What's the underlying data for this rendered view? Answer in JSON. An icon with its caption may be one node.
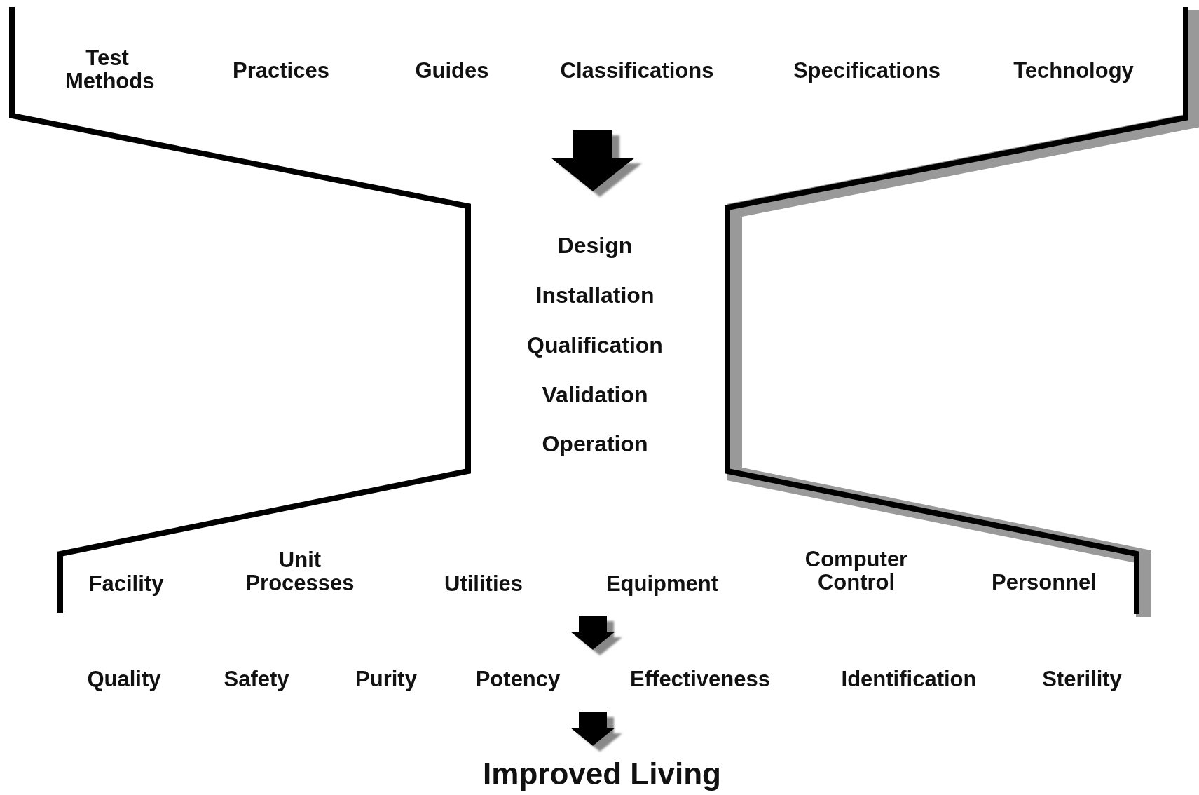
{
  "diagram": {
    "nodes": [
      {
        "text": [
          "Test Methods",
          "Practices",
          "Guides",
          "Classifications",
          "Specifications",
          "Technology"
        ]
      },
      {
        "text": [
          "Design",
          "Installation",
          "Qualification",
          "Validation",
          "Operation"
        ]
      },
      {
        "text": [
          "Facility",
          "Unit Processes",
          "Utilities",
          "Equipment",
          "Computer Control",
          "Personnel"
        ]
      },
      {
        "text": [
          "Quality",
          "Safety",
          "Purity",
          "Potency",
          "Effectiveness",
          "Identification",
          "Sterility"
        ]
      },
      {
        "text": [
          "Improved Living"
        ]
      }
    ],
    "edges": [
      {
        "from": 0,
        "to": 1,
        "arrow": "to"
      },
      {
        "from": 2,
        "to": 3,
        "arrow": "to"
      },
      {
        "from": 3,
        "to": 4,
        "arrow": "to"
      }
    ]
  }
}
